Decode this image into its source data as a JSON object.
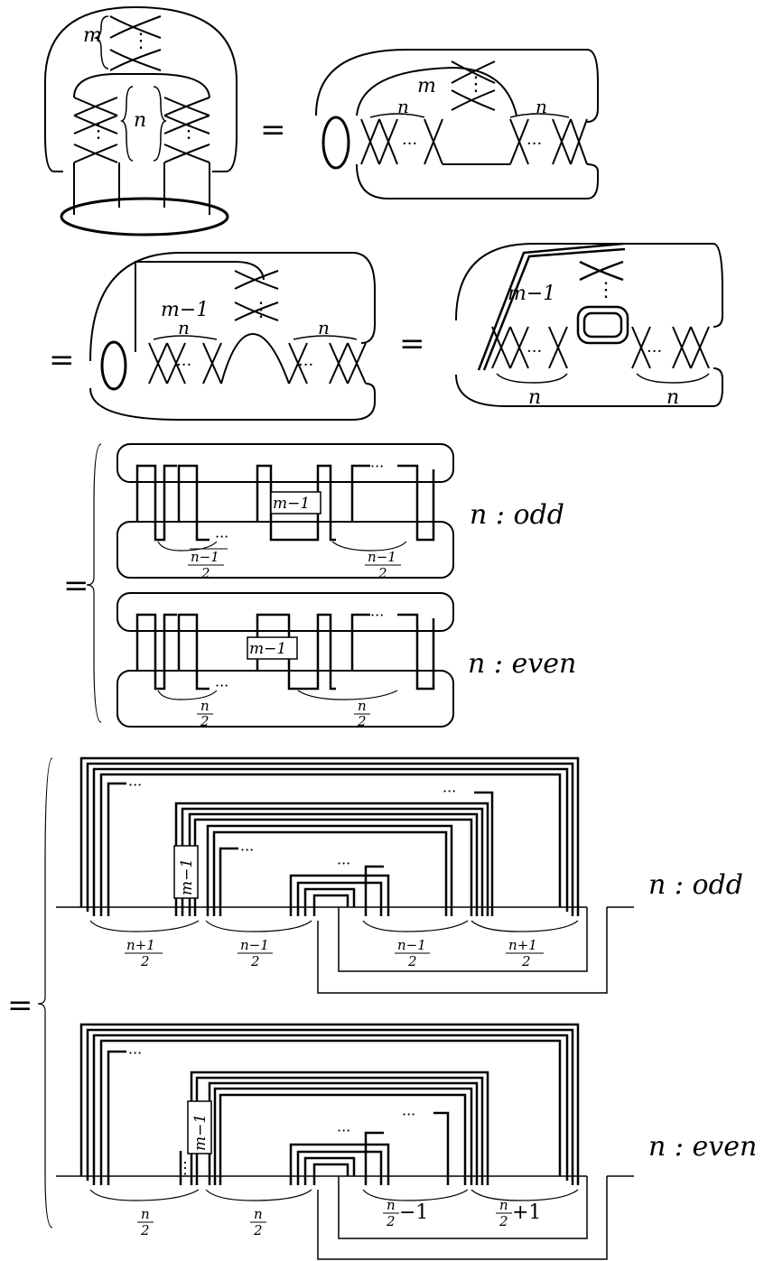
{
  "diagram": {
    "equals_sign": "=",
    "labels": {
      "m": "m",
      "n": "n",
      "m_minus_1": "m−1",
      "dots": "···",
      "vdots": "⋮"
    },
    "cases": {
      "odd_label": "n : odd",
      "even_label": "n : even"
    },
    "fractions_row3_odd": [
      {
        "num": "n−1",
        "den": "2"
      },
      {
        "num": "n−1",
        "den": "2"
      }
    ],
    "fractions_row3_even": [
      {
        "num": "n",
        "den": "2"
      },
      {
        "num": "n",
        "den": "2"
      }
    ],
    "fractions_row4_odd": [
      {
        "num": "n+1",
        "den": "2"
      },
      {
        "num": "n−1",
        "den": "2"
      },
      {
        "num": "n−1",
        "den": "2"
      },
      {
        "num": "n+1",
        "den": "2"
      }
    ],
    "fractions_row4_even": [
      {
        "num": "n",
        "den": "2",
        "suffix": ""
      },
      {
        "num": "n",
        "den": "2",
        "suffix": ""
      },
      {
        "num": "n",
        "den": "2",
        "suffix": " −1"
      },
      {
        "num": "n",
        "den": "2",
        "suffix": " +1"
      }
    ]
  }
}
